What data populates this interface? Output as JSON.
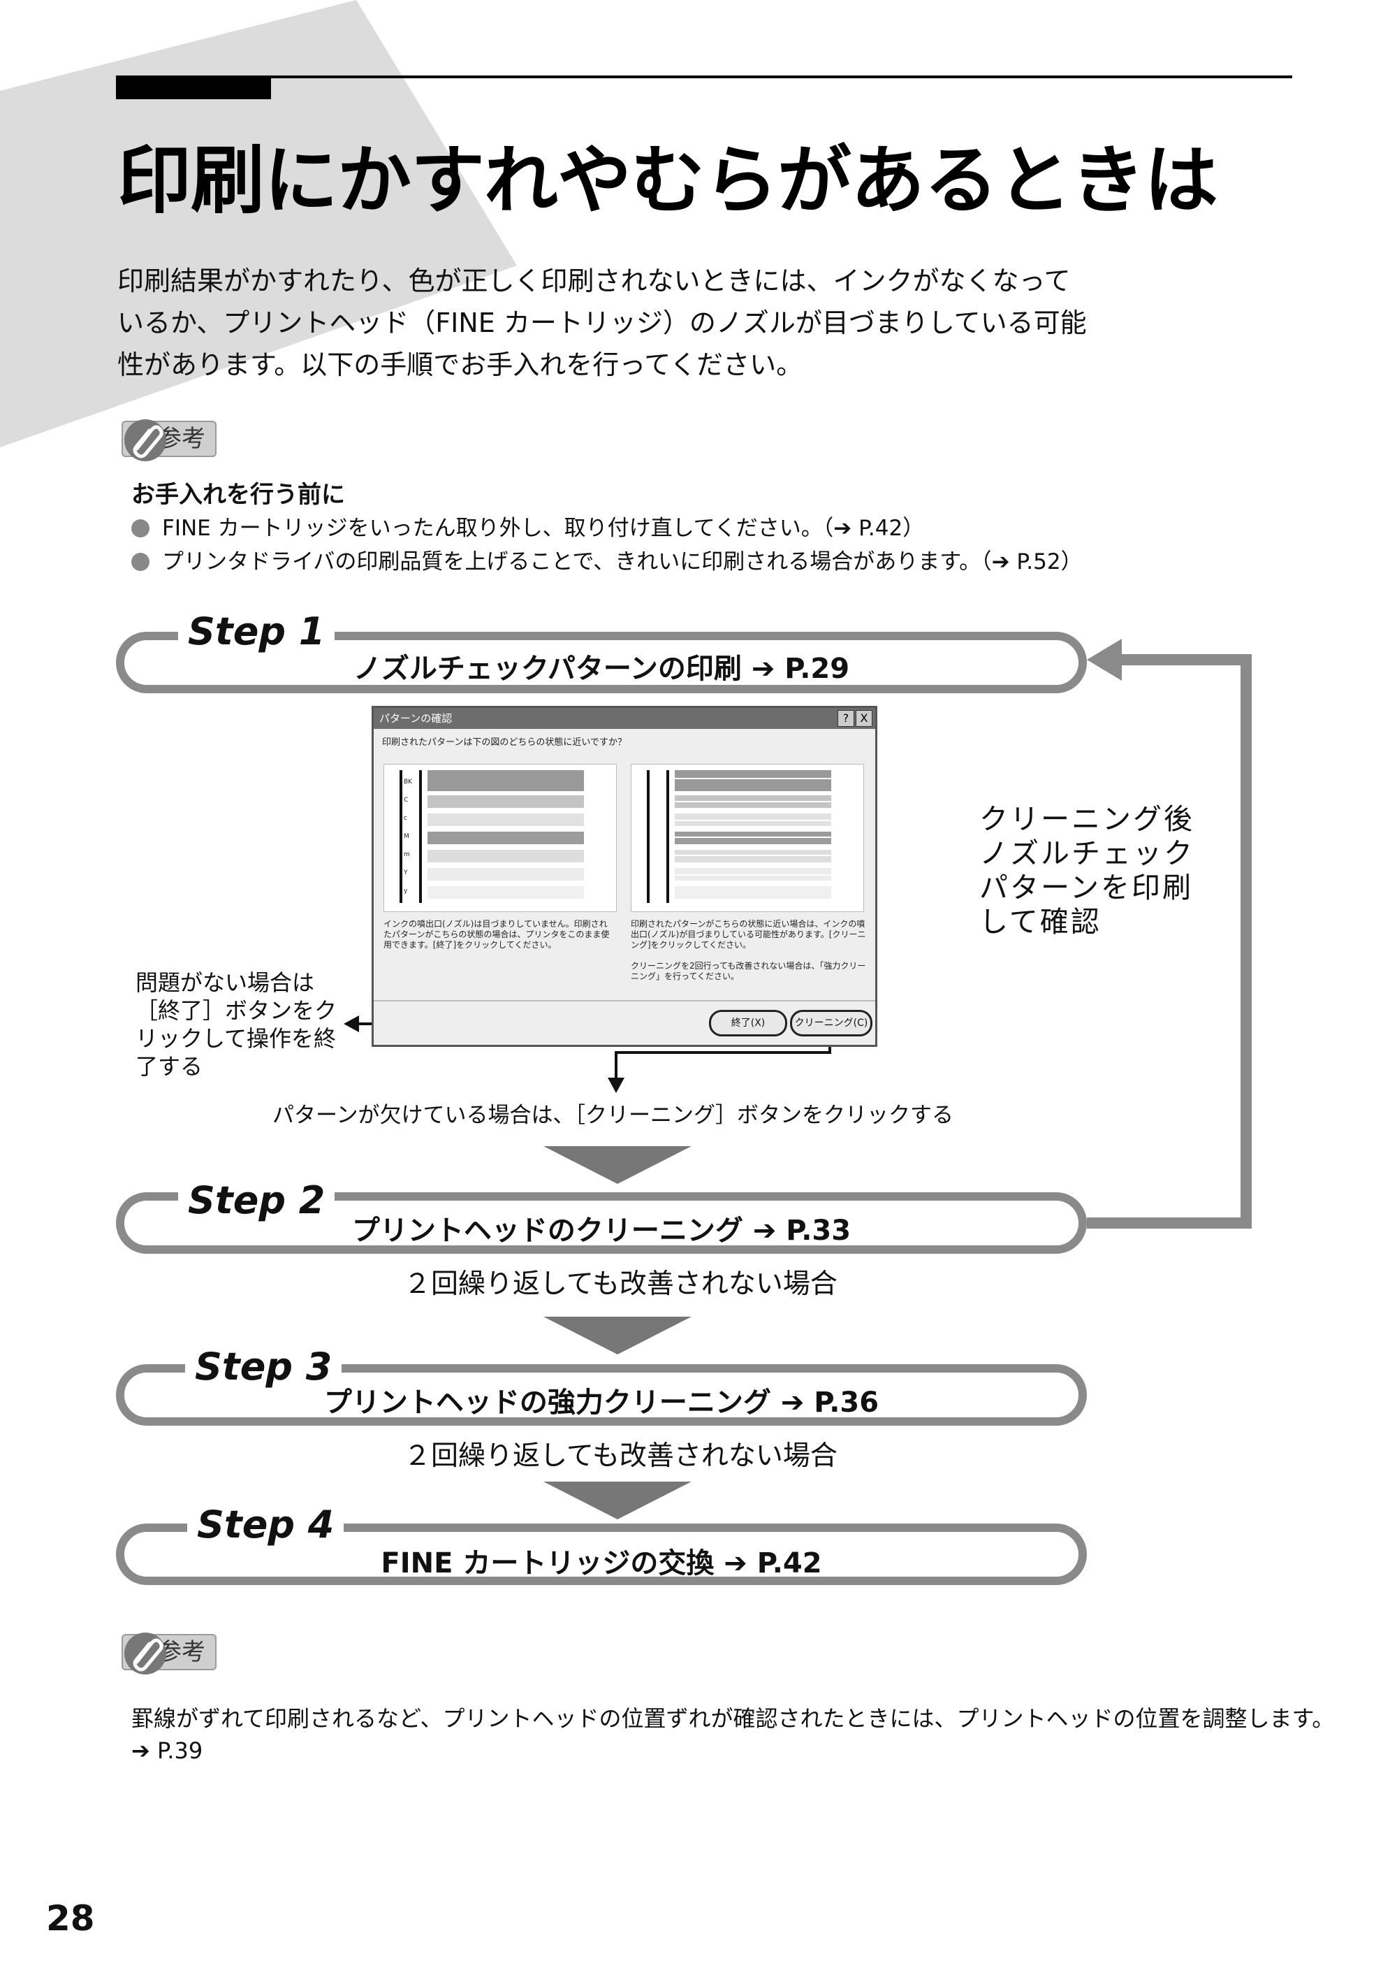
{
  "page": {
    "title": "印刷にかすれやむらがあるときは",
    "intro_lines": [
      "印刷結果がかすれたり、色が正しく印刷されないときには、インクがなくなって",
      "いるか、プリントヘッド（FINE カートリッジ）のノズルが目づまりしている可能",
      "性があります。以下の手順でお手入れを行ってください。"
    ],
    "page_number": "28"
  },
  "reference_badge": {
    "label": "参考"
  },
  "before_care": {
    "heading": "お手入れを行う前に",
    "items": [
      "FINE カートリッジをいったん取り外し、取り付け直してください。（➔ P.42）",
      "プリンタドライバの印刷品質を上げることで、きれいに印刷される場合があります。（➔ P.52）"
    ]
  },
  "steps": [
    {
      "label": "Step 1",
      "text": "ノズルチェックパターンの印刷 ➔ P.29"
    },
    {
      "label": "Step 2",
      "text": "プリントヘッドのクリーニング ➔ P.33"
    },
    {
      "label": "Step 3",
      "text": "プリントヘッドの強力クリーニング ➔ P.36"
    },
    {
      "label": "Step 4",
      "text": "FINE カートリッジの交換 ➔ P.42"
    }
  ],
  "dialog": {
    "title": "パターンの確認",
    "help": "?",
    "close": "X",
    "question": "印刷されたパターンは下の図のどちらの状態に近いですか？",
    "ink_labels": [
      "BK",
      "C",
      "c",
      "M",
      "m",
      "Y",
      "y"
    ],
    "left_text": "インクの噴出口(ノズル)は目づまりしていません。印刷されたパターンがこちらの状態の場合は、プリンタをこのまま使用できます。[終了]をクリックしてください。",
    "right_text": "印刷されたパターンがこちらの状態に近い場合は、インクの噴出口(ノズル)が目づまりしている可能性があります。[クリーニング]をクリックしてください。",
    "right_text_2": "クリーニングを2回行っても改善されない場合は、「強力クリーニング」を行ってください。",
    "exit_button": "終了(X)",
    "cleaning_button": "クリーニング(C)"
  },
  "notes": {
    "side": [
      "クリーニング後",
      "ノズルチェック",
      "パターンを印刷",
      "して確認"
    ],
    "ok": [
      "問題がない場合は",
      "［終了］ボタンをク",
      "リックして操作を終",
      "了する"
    ],
    "missing": "パターンが欠けている場合は、［クリーニング］ボタンをクリックする",
    "repeat": "２回繰り返しても改善されない場合"
  },
  "footer_note": [
    "罫線がずれて印刷されるなど、プリントヘッドの位置ずれが確認されたときには、プリントヘッドの位置を調整します。",
    "➔ P.39"
  ],
  "colors": {
    "accent_gray": "#8a8a8a",
    "bg_shape": "#dcdcdc",
    "text": "#111111"
  },
  "icons": [
    "paperclip-icon",
    "arrow-right-icon",
    "bullet-dot-icon"
  ]
}
